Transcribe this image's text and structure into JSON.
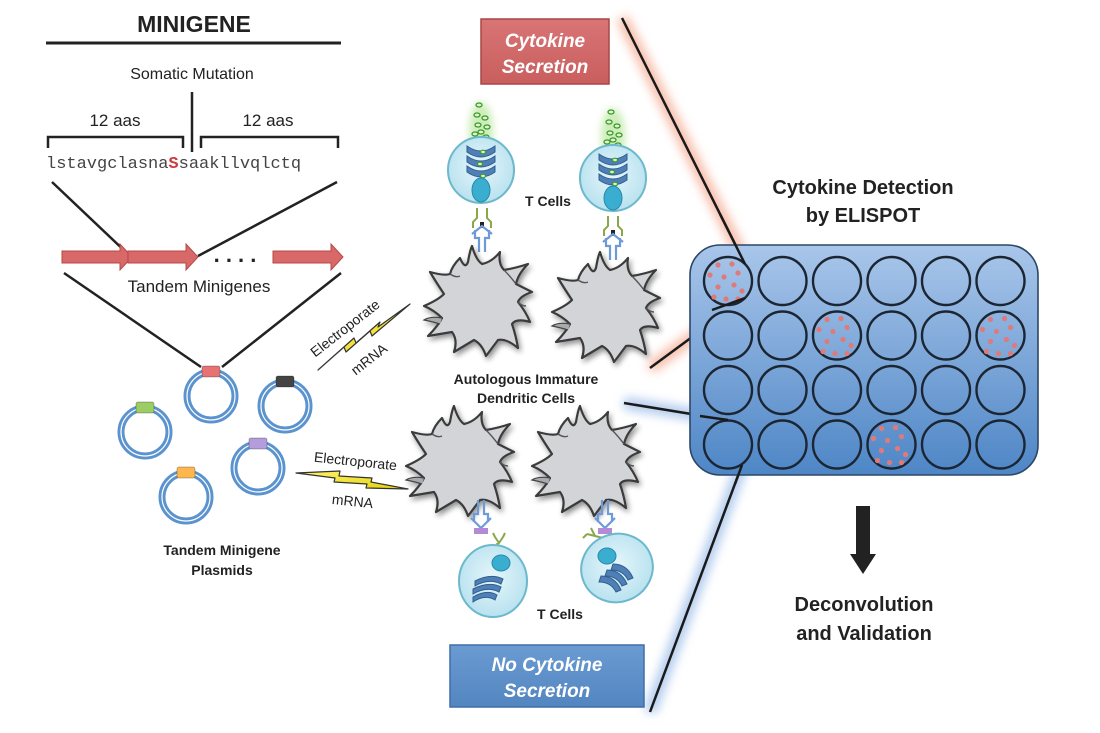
{
  "minigene": {
    "title": "MINIGENE",
    "mutation_label": "Somatic Mutation",
    "left_flank_label": "12 aas",
    "right_flank_label": "12 aas",
    "seq_left": "lstavgclasna",
    "seq_mutation": "S",
    "seq_right": "saakllvqlctq",
    "tandem_label": "Tandem Minigenes",
    "ellipsis": ". . . ."
  },
  "plasmids": {
    "label_line1": "Tandem Minigene",
    "label_line2": "Plasmids",
    "insert_colors": [
      "#e57373",
      "#444444",
      "#9ccc65",
      "#b39ddb",
      "#ffb74d"
    ]
  },
  "electroporation": {
    "top": {
      "line1": "Electroporate",
      "line2": "mRNA"
    },
    "bottom": {
      "line1": "Electroporate",
      "line2": "mRNA"
    }
  },
  "cells": {
    "top_tcells_label": "T Cells",
    "bottom_tcells_label": "T Cells",
    "dendritic_line1": "Autologous Immature",
    "dendritic_line2": "Dendritic Cells"
  },
  "outcomes": {
    "positive": {
      "line1": "Cytokine",
      "line2": "Secretion",
      "color": "#d46a6a"
    },
    "negative": {
      "line1": "No Cytokine",
      "line2": "Secretion",
      "color": "#5b8fc7"
    }
  },
  "elispot": {
    "title_line1": "Cytokine Detection",
    "title_line2": "by ELISPOT",
    "rows": 4,
    "cols": 6,
    "positive_wells": [
      [
        0,
        0
      ],
      [
        1,
        2
      ],
      [
        1,
        5
      ],
      [
        3,
        3
      ]
    ],
    "spot_color": "#e07a7a"
  },
  "result": {
    "line1": "Deconvolution",
    "line2": "and Validation"
  }
}
